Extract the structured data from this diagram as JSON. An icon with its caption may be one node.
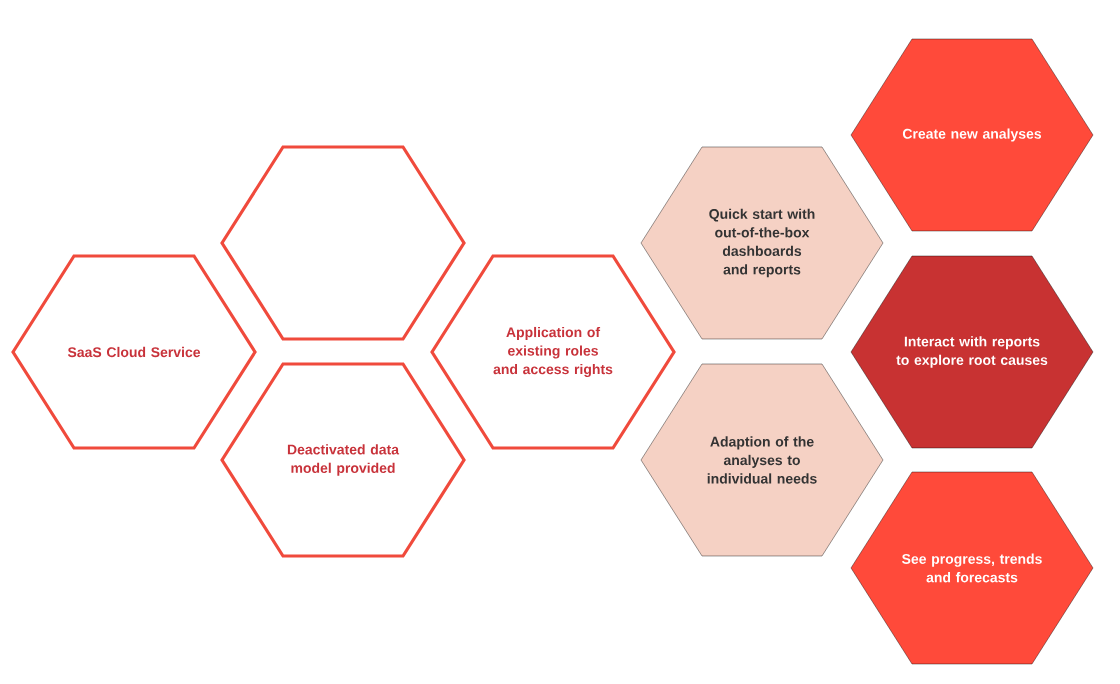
{
  "diagram": {
    "nodes": [
      {
        "text": [
          "SaaS Cloud Service"
        ]
      },
      {
        "text": [],
        "shape": "hexagon"
      },
      {
        "text": [
          "Deactivated data model provided"
        ]
      },
      {
        "text": [
          "Application of existing roles and access rights"
        ]
      },
      {
        "text": [
          "Quick start with out-of-the-box dashboards and reports"
        ]
      },
      {
        "text": [
          "Adaption of the analyses to individual needs"
        ]
      },
      {
        "text": [
          "Create new analyses"
        ]
      },
      {
        "text": [
          "Interact with reports to explore root causes"
        ]
      },
      {
        "text": [
          "See progress, trends and forecasts"
        ]
      }
    ]
  }
}
